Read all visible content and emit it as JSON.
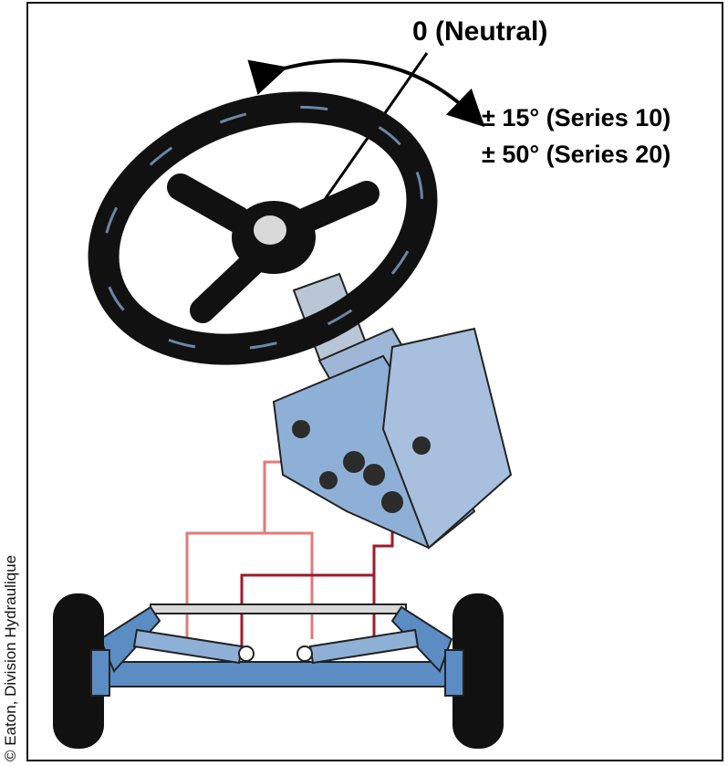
{
  "labels": {
    "neutral": "0 (Neutral)",
    "series10": "± 15° (Series 10)",
    "series20": "± 50° (Series 20)"
  },
  "credit": "© Eaton, Division Hydraulique",
  "colors": {
    "steel_blue": "#8fb0d6",
    "axle_blue": "#5b8cc4",
    "wheel_black": "#111111",
    "line_light_red": "#e07a7a",
    "line_dark_red": "#a0192a"
  }
}
